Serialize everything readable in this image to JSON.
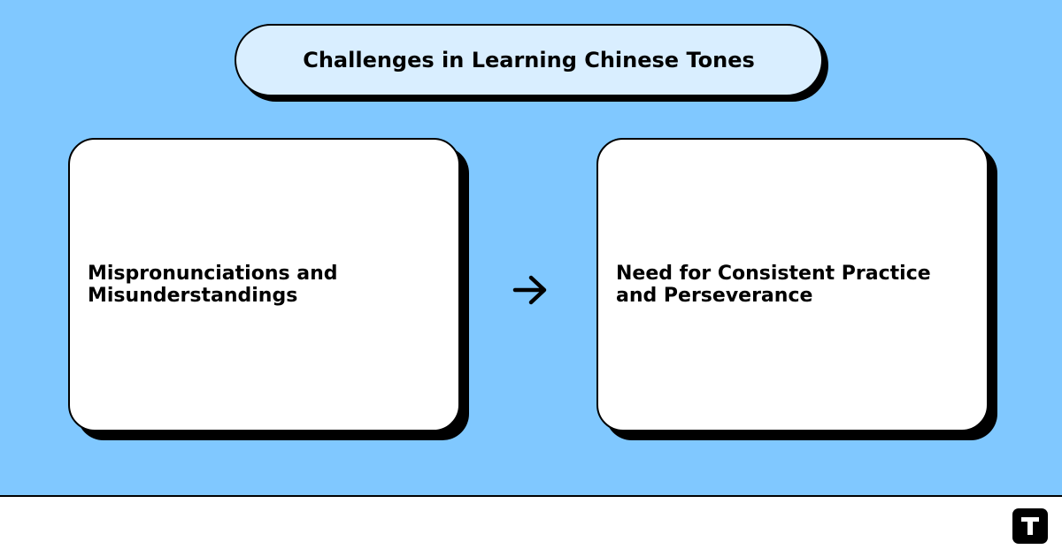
{
  "title": "Challenges in Learning Chinese Tones",
  "nodes": [
    {
      "id": "left",
      "label": "Mispronunciations and Misunderstandings"
    },
    {
      "id": "right",
      "label": "Need for Consistent Practice and Perseverance"
    }
  ],
  "edges": [
    {
      "from": "left",
      "to": "right",
      "icon": "arrow-right-icon"
    }
  ],
  "logo": {
    "icon": "t-logo-icon"
  },
  "colors": {
    "canvas_background": "#80c8ff",
    "title_background": "#d9eeff",
    "card_background": "#ffffff",
    "outline": "#000000"
  }
}
